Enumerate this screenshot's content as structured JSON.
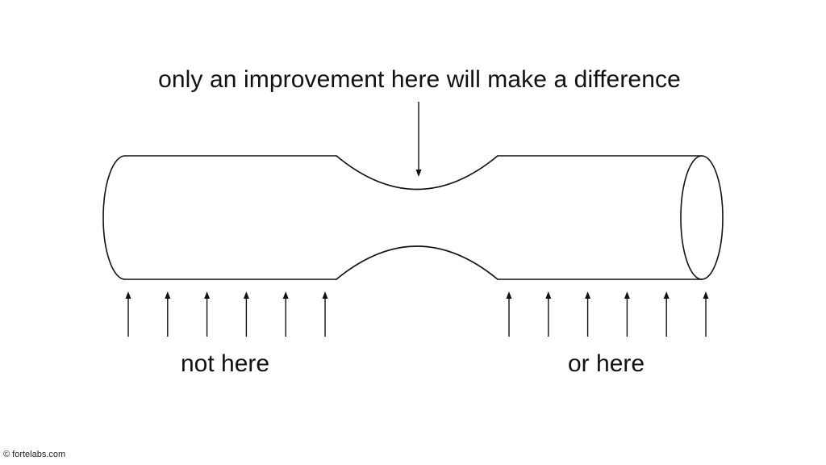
{
  "labels": {
    "top": "only an improvement here will make a difference",
    "left": "not here",
    "right": "or here",
    "copyright": "© fortelabs.com"
  },
  "arrows": {
    "left_count": 6,
    "right_count": 6
  },
  "colors": {
    "ink": "#111111",
    "background": "#ffffff"
  }
}
